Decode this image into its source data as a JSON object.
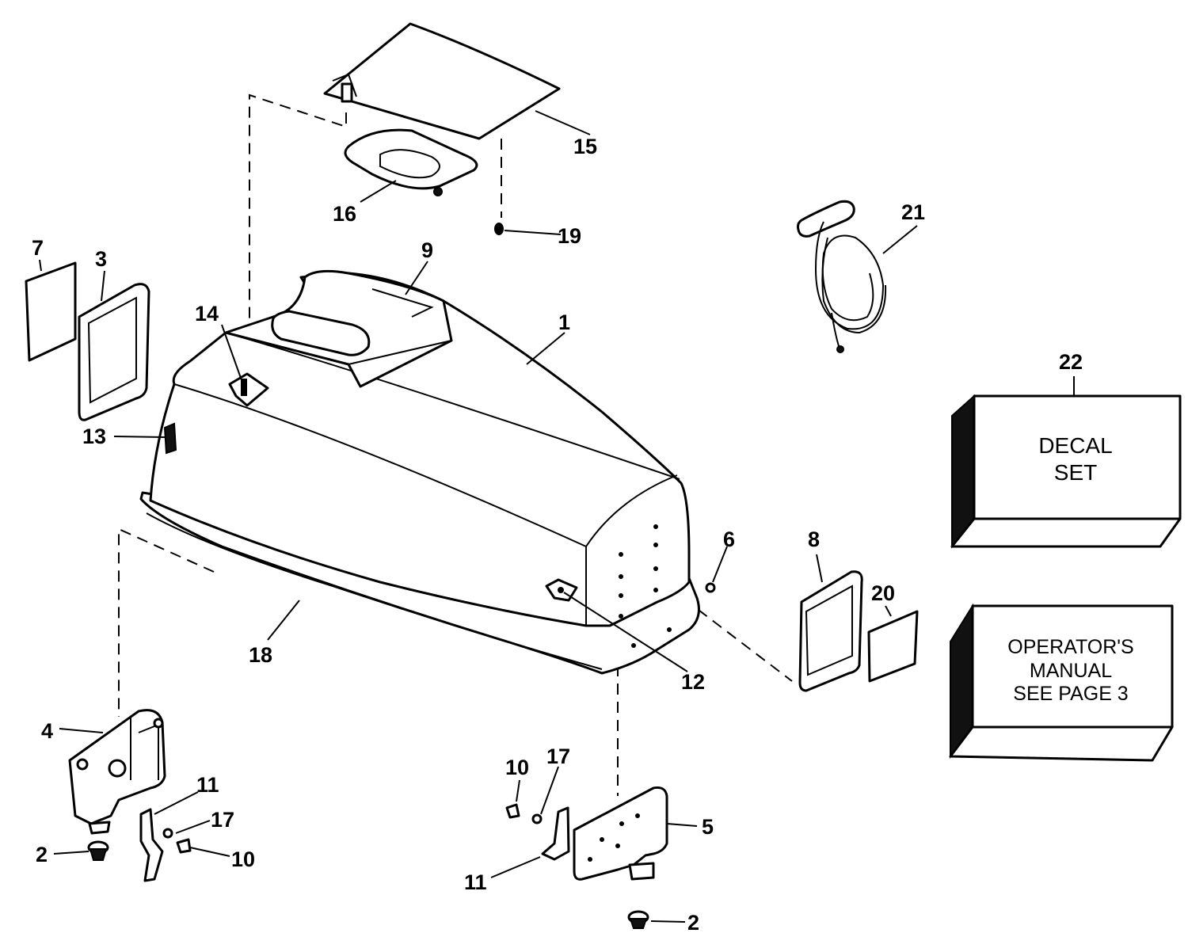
{
  "callouts": [
    {
      "id": "15",
      "text": "15"
    },
    {
      "id": "16",
      "text": "16"
    },
    {
      "id": "19",
      "text": "19"
    },
    {
      "id": "21",
      "text": "21"
    },
    {
      "id": "7",
      "text": "7"
    },
    {
      "id": "3",
      "text": "3"
    },
    {
      "id": "9",
      "text": "9"
    },
    {
      "id": "14",
      "text": "14"
    },
    {
      "id": "1",
      "text": "1"
    },
    {
      "id": "22",
      "text": "22"
    },
    {
      "id": "13",
      "text": "13"
    },
    {
      "id": "6",
      "text": "6"
    },
    {
      "id": "8",
      "text": "8"
    },
    {
      "id": "20",
      "text": "20"
    },
    {
      "id": "18",
      "text": "18"
    },
    {
      "id": "12",
      "text": "12"
    },
    {
      "id": "4",
      "text": "4"
    },
    {
      "id": "11a",
      "text": "11"
    },
    {
      "id": "17a",
      "text": "17"
    },
    {
      "id": "2a",
      "text": "2"
    },
    {
      "id": "10a",
      "text": "10"
    },
    {
      "id": "10b",
      "text": "10"
    },
    {
      "id": "17b",
      "text": "17"
    },
    {
      "id": "5",
      "text": "5"
    },
    {
      "id": "11b",
      "text": "11"
    },
    {
      "id": "2b",
      "text": "2"
    }
  ],
  "decal_box": {
    "line1": "DECAL",
    "line2": "SET"
  },
  "manual_box": {
    "line1": "OPERATOR'S",
    "line2": "MANUAL",
    "line3": "SEE PAGE 3"
  }
}
